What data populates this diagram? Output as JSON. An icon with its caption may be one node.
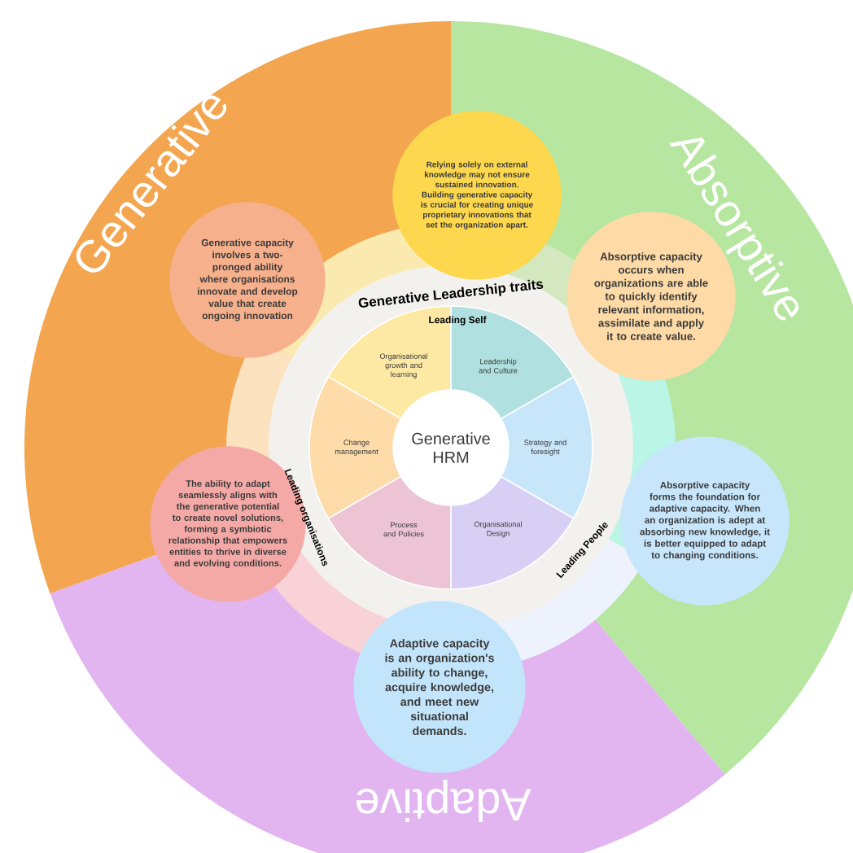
{
  "diagram": {
    "nodes": [
      {
        "text": [
          "Generative"
        ]
      },
      {
        "text": [
          "Absorptive"
        ]
      },
      {
        "text": [
          "Relying solely on external knowledge may not ensure sustained innovation. Building generative capacity is crucial for creating unique proprietary innovations that set the organization apart."
        ]
      },
      {
        "text": [
          "Generative capacity involves a two-pronged ability where organisations innovate and develop value that create ongoing innovation"
        ]
      },
      {
        "text": [
          "Absorptive capacity occurs when organizations are able to quickly identify relevant information, assimilate and apply it to create value."
        ]
      },
      {
        "text": [
          "Organisational growth and learning"
        ]
      },
      {
        "text": [
          "Leadership and Culture"
        ]
      },
      {
        "text": [
          "Change management"
        ]
      },
      {
        "text": [
          "Generative HRM"
        ]
      },
      {
        "text": [
          "Strategy and foresight"
        ]
      },
      {
        "text": [
          "The ability to adapt seamlessly aligns with the generative potential to create novel solutions, forming a symbiotic relationship that empowers entities to thrive in diverse and evolving conditions."
        ]
      },
      {
        "text": [
          "Process and Policies"
        ]
      },
      {
        "text": [
          "Organisational Design"
        ]
      },
      {
        "text": [
          "Absorptive capacity forms the foundation for adaptive capacity. When an organization is adept at absorbing new knowledge, it is better equipped to adapt to changing conditions."
        ]
      },
      {
        "text": [
          "Adaptive capacity is an organization's ability to change, acquire knowledge, and meet new situational demands."
        ]
      },
      {
        "text": [
          "Adaptive"
        ]
      }
    ],
    "edges": [],
    "labels": [
      "Generative Leadership traits",
      "Leading Self",
      "Leading organisations",
      "Leading People"
    ]
  }
}
